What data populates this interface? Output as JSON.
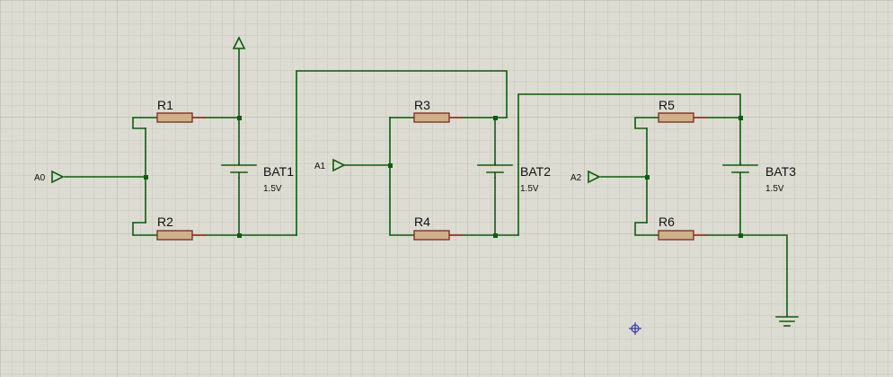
{
  "schematic": {
    "colors": {
      "background": "#dcdcd2",
      "grid_minor": "#c8c8be",
      "grid_major": "#b4b4aa",
      "wire": "#0f5a0f",
      "pin": "#a01c1c",
      "resistor_fill": "#cfb08a",
      "cursor": "#3a3aa0"
    },
    "components": {
      "r1": "R1",
      "r2": "R2",
      "r3": "R3",
      "r4": "R4",
      "r5": "R5",
      "r6": "R6",
      "bat1": {
        "name": "BAT1",
        "value": "1.5V"
      },
      "bat2": {
        "name": "BAT2",
        "value": "1.5V"
      },
      "bat3": {
        "name": "BAT3",
        "value": "1.5V"
      }
    },
    "terminals": {
      "a0": "A0",
      "a1": "A1",
      "a2": "A2"
    },
    "symbols": [
      "power-terminal-icon",
      "ground-icon",
      "cursor-crosshair-icon"
    ]
  }
}
